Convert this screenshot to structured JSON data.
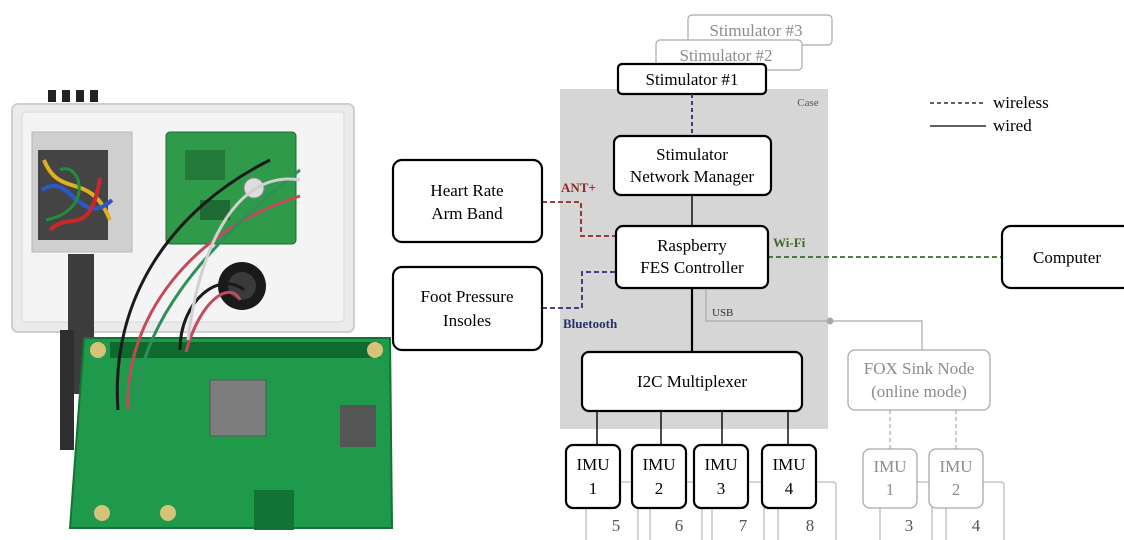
{
  "legend": {
    "wireless": "wireless",
    "wired": "wired"
  },
  "case_label": "Case",
  "nodes": {
    "stim1": "Stimulator #1",
    "stim2": "Stimulator #2",
    "stim3": "Stimulator #3",
    "network_manager": [
      "Stimulator",
      "Network Manager"
    ],
    "heart_rate": [
      "Heart Rate",
      "Arm Band"
    ],
    "raspberry": [
      "Raspberry",
      "FES Controller"
    ],
    "computer": "Computer",
    "foot_pressure": [
      "Foot Pressure",
      "Insoles"
    ],
    "multiplexer": "I2C Multiplexer",
    "fox_sink": [
      "FOX Sink Node",
      "(online mode)"
    ],
    "imus": [
      {
        "label": "IMU",
        "num": "1"
      },
      {
        "label": "IMU",
        "num": "2"
      },
      {
        "label": "IMU",
        "num": "3"
      },
      {
        "label": "IMU",
        "num": "4"
      }
    ],
    "fox_imus": [
      {
        "label": "IMU",
        "num": "1"
      },
      {
        "label": "IMU",
        "num": "2"
      }
    ],
    "sensor_numbers": [
      "5",
      "6",
      "7",
      "8"
    ],
    "fox_sensor_numbers": [
      "3",
      "4"
    ]
  },
  "links": {
    "ant": "ANT+",
    "wifi": "Wi-Fi",
    "bluetooth": "Bluetooth",
    "usb": "USB"
  },
  "colors": {
    "ant": "#8b2a24",
    "wifi": "#3f6a2c",
    "bluetooth": "#28306e",
    "case_fill": "#d6d6d6",
    "faded": "#a9a9a9"
  }
}
